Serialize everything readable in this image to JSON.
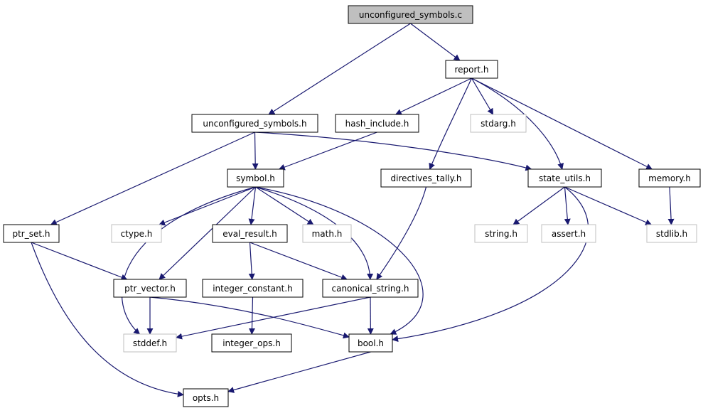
{
  "colors": {
    "edge": "#191970",
    "node_border": "#000000",
    "node_border_system": "#bfbfbf",
    "root_fill": "#bfbfbf",
    "node_fill": "#ffffff",
    "label": "#000000"
  },
  "nodes": {
    "unconfigured_symbols_c": {
      "label": "unconfigured_symbols.c",
      "kind": "root"
    },
    "report_h": {
      "label": "report.h",
      "kind": "local"
    },
    "unconfigured_symbols_h": {
      "label": "unconfigured_symbols.h",
      "kind": "local"
    },
    "hash_include_h": {
      "label": "hash_include.h",
      "kind": "local"
    },
    "stdarg_h": {
      "label": "stdarg.h",
      "kind": "system"
    },
    "symbol_h": {
      "label": "symbol.h",
      "kind": "local"
    },
    "directives_tally_h": {
      "label": "directives_tally.h",
      "kind": "local"
    },
    "state_utils_h": {
      "label": "state_utils.h",
      "kind": "local"
    },
    "memory_h": {
      "label": "memory.h",
      "kind": "local"
    },
    "ptr_set_h": {
      "label": "ptr_set.h",
      "kind": "local"
    },
    "ctype_h": {
      "label": "ctype.h",
      "kind": "system"
    },
    "eval_result_h": {
      "label": "eval_result.h",
      "kind": "local"
    },
    "math_h": {
      "label": "math.h",
      "kind": "system"
    },
    "string_h": {
      "label": "string.h",
      "kind": "system"
    },
    "assert_h": {
      "label": "assert.h",
      "kind": "system"
    },
    "stdlib_h": {
      "label": "stdlib.h",
      "kind": "system"
    },
    "ptr_vector_h": {
      "label": "ptr_vector.h",
      "kind": "local"
    },
    "integer_constant_h": {
      "label": "integer_constant.h",
      "kind": "local"
    },
    "canonical_string_h": {
      "label": "canonical_string.h",
      "kind": "local"
    },
    "stddef_h": {
      "label": "stddef.h",
      "kind": "system"
    },
    "integer_ops_h": {
      "label": "integer_ops.h",
      "kind": "local"
    },
    "bool_h": {
      "label": "bool.h",
      "kind": "local"
    },
    "opts_h": {
      "label": "opts.h",
      "kind": "local"
    }
  },
  "edges": [
    [
      "unconfigured_symbols_c",
      "report_h"
    ],
    [
      "unconfigured_symbols_c",
      "unconfigured_symbols_h"
    ],
    [
      "report_h",
      "hash_include_h"
    ],
    [
      "report_h",
      "stdarg_h"
    ],
    [
      "report_h",
      "directives_tally_h"
    ],
    [
      "report_h",
      "state_utils_h"
    ],
    [
      "report_h",
      "memory_h"
    ],
    [
      "unconfigured_symbols_h",
      "symbol_h"
    ],
    [
      "unconfigured_symbols_h",
      "ptr_set_h"
    ],
    [
      "unconfigured_symbols_h",
      "state_utils_h"
    ],
    [
      "hash_include_h",
      "symbol_h"
    ],
    [
      "symbol_h",
      "ctype_h"
    ],
    [
      "symbol_h",
      "eval_result_h"
    ],
    [
      "symbol_h",
      "math_h"
    ],
    [
      "symbol_h",
      "ptr_vector_h"
    ],
    [
      "symbol_h",
      "canonical_string_h"
    ],
    [
      "symbol_h",
      "stddef_h"
    ],
    [
      "symbol_h",
      "bool_h"
    ],
    [
      "directives_tally_h",
      "canonical_string_h"
    ],
    [
      "state_utils_h",
      "string_h"
    ],
    [
      "state_utils_h",
      "assert_h"
    ],
    [
      "state_utils_h",
      "stdlib_h"
    ],
    [
      "state_utils_h",
      "bool_h"
    ],
    [
      "memory_h",
      "stdlib_h"
    ],
    [
      "ptr_set_h",
      "ptr_vector_h"
    ],
    [
      "ptr_set_h",
      "opts_h"
    ],
    [
      "eval_result_h",
      "integer_constant_h"
    ],
    [
      "eval_result_h",
      "canonical_string_h"
    ],
    [
      "integer_constant_h",
      "integer_ops_h"
    ],
    [
      "ptr_vector_h",
      "stddef_h"
    ],
    [
      "ptr_vector_h",
      "bool_h"
    ],
    [
      "canonical_string_h",
      "stddef_h"
    ],
    [
      "canonical_string_h",
      "bool_h"
    ],
    [
      "bool_h",
      "opts_h"
    ]
  ]
}
